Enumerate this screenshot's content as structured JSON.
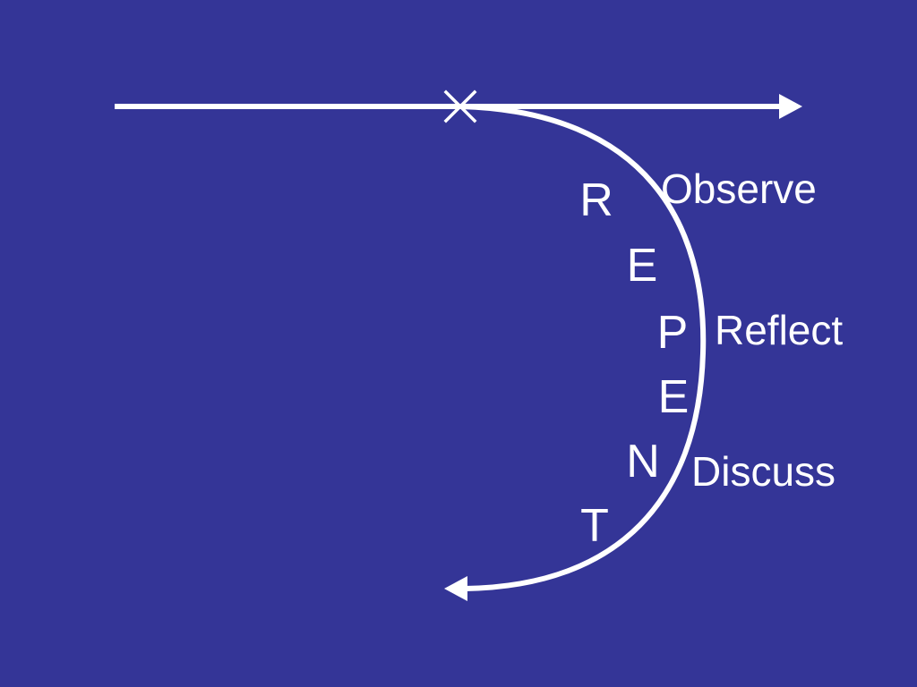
{
  "colors": {
    "background": "#343597",
    "foreground": "#ffffff"
  },
  "acrostic": {
    "letters": [
      "R",
      "E",
      "P",
      "E",
      "N",
      "T"
    ]
  },
  "labels": {
    "observe": "Observe",
    "reflect": "Reflect",
    "discuss": "Discuss"
  },
  "icons": {
    "turning_point": "cross-mark-icon",
    "arrow_right": "arrow-head-right-icon",
    "arrow_left": "arrow-head-left-icon"
  }
}
